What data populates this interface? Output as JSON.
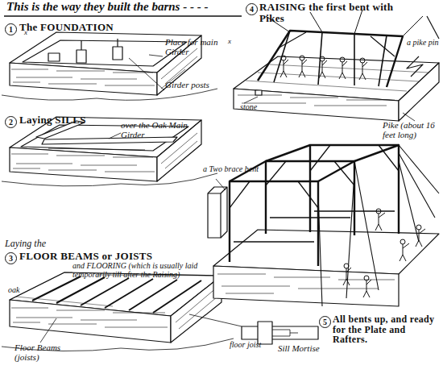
{
  "diagram": {
    "title": "This is the way they built the barns - - - -",
    "labels": [
      "1",
      "The FOUNDATION",
      "x",
      "Place for main Girder",
      "x",
      "Girder posts",
      "2",
      "Laying SILLS",
      "over the Oak Main Girder",
      "Laying the",
      "3",
      "FLOOR BEAMS or JOISTS",
      "and FLOORING (which is usually laid temporarily till after the Raising)",
      "oak",
      "Floor Beams (joists)",
      "floor joist",
      "Sill Mortise",
      "4",
      "RAISING the first bent with Pikes",
      "a pike pin",
      "stone",
      "Pike (about 16 feet long)",
      "a Two brace bent",
      "5",
      "All bents up, and ready for the Plate and Rafters."
    ]
  }
}
